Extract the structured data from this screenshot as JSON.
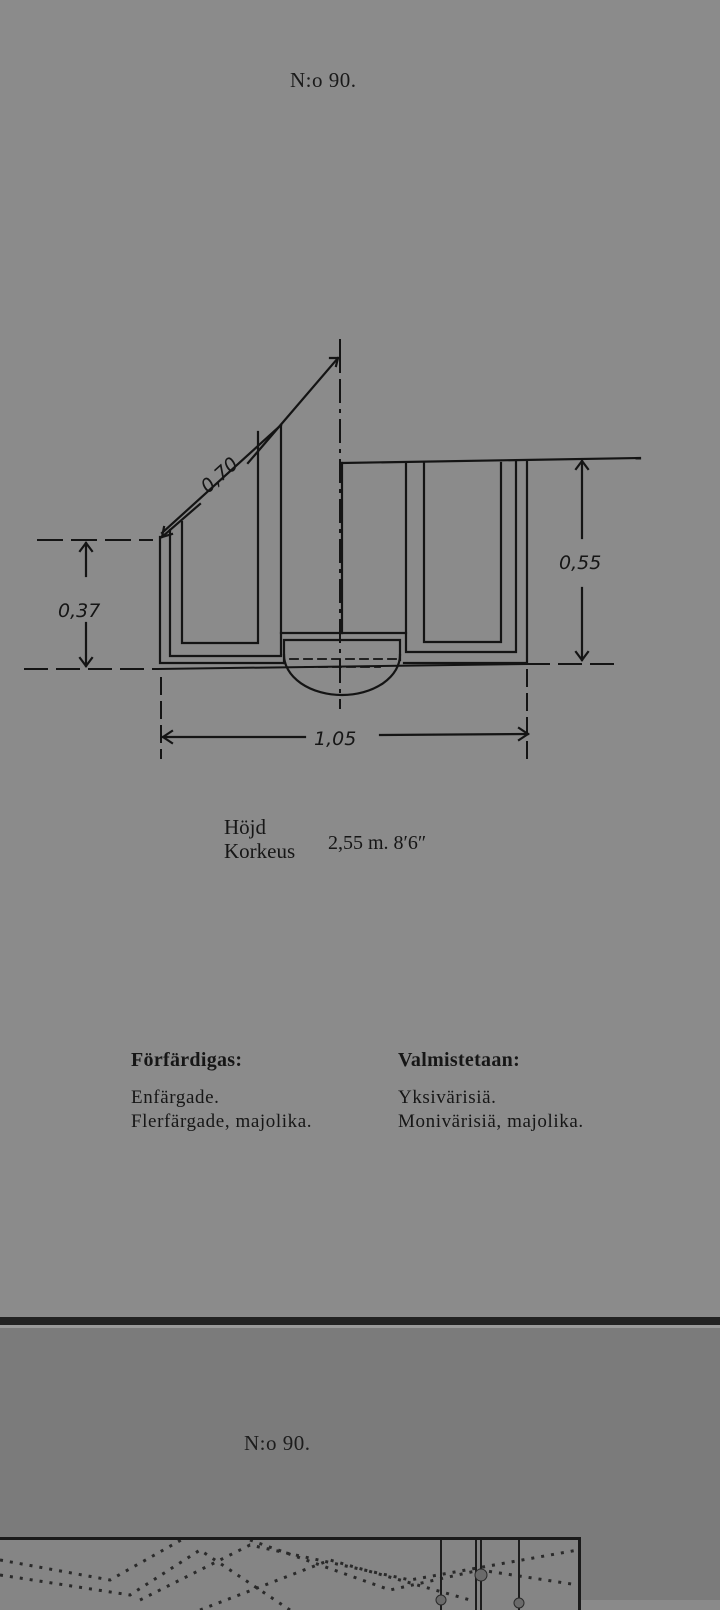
{
  "page_top": {
    "number_label": "N:o 90.",
    "drawing": {
      "dimensions": {
        "diagonal": "0,70",
        "left_height": "0,37",
        "right_height": "0,55",
        "width": "1,05"
      }
    },
    "height": {
      "label_sv": "Höjd",
      "label_fi": "Korkeus",
      "value": "2,55 m. 8′6″"
    },
    "columns": [
      {
        "heading": "Förfärdigas:",
        "lines": [
          "Enfärgade.",
          "Flerfärgade, majolika."
        ]
      },
      {
        "heading": "Valmistetaan:",
        "lines": [
          "Yksivärisiä.",
          "Monivärisiä, majolika."
        ]
      }
    ]
  },
  "page_bottom": {
    "number_label": "N:o 90.",
    "plate": "tiled-stove-illustration"
  },
  "colors": {
    "paper_top": "#8b8b8b",
    "paper_bottom": "#7b7b7b",
    "ink": "#161616",
    "divider": "#222222"
  }
}
